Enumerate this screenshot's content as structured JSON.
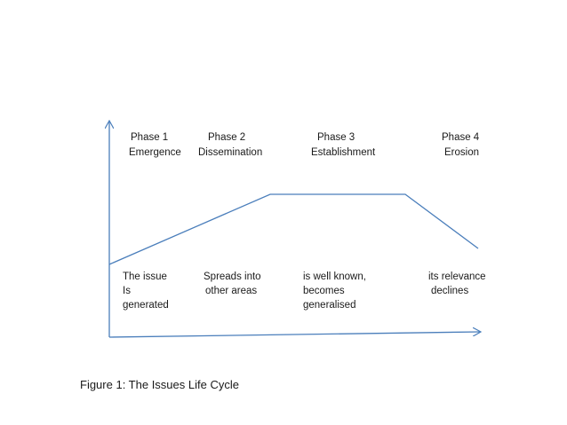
{
  "diagram": {
    "phases": [
      {
        "phase": "Phase 1",
        "name": "Emergence"
      },
      {
        "phase": "Phase 2",
        "name": "Dissemination"
      },
      {
        "phase": "Phase 3",
        "name": "Establishment"
      },
      {
        "phase": "Phase 4",
        "name": "Erosion"
      }
    ],
    "descriptions": [
      {
        "line1": "The issue",
        "line2": "Is",
        "line3": "generated"
      },
      {
        "line1": "Spreads into",
        "line2": "other areas"
      },
      {
        "line1": "is well known,",
        "line2": "becomes",
        "line3": "generalised"
      },
      {
        "line1": "its relevance",
        "line2": "declines"
      }
    ],
    "line_color": "#4a7ebb"
  },
  "caption": "Figure 1: The Issues Life Cycle"
}
